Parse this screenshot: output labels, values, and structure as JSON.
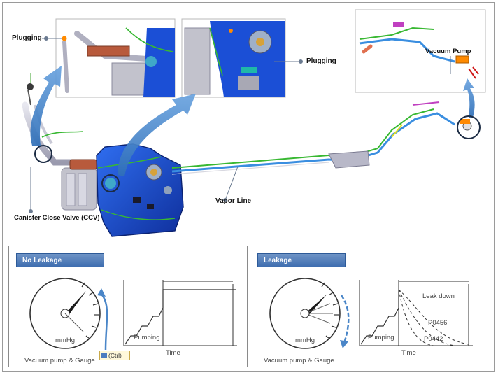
{
  "diagram": {
    "labels": {
      "plugging_left": "Plugging",
      "plugging_middle": "Plugging",
      "vacuum_pump": "Vacuum Pump",
      "vapor_line": "Vapor Line",
      "ccv": "Canister Close Valve (CCV)"
    },
    "colors": {
      "tank": "#1b4fd6",
      "line_blue": "#3a8ee0",
      "line_green": "#38b832",
      "pipe_grey": "#b8b8c8",
      "arrow": "#4a86c8",
      "circle": "#1c2c44"
    }
  },
  "panels": {
    "no_leakage": {
      "title": "No Leakage",
      "gauge_unit": "mmHg",
      "pumping": "Pumping",
      "time": "Time",
      "caption": "Vacuum pump & Gauge"
    },
    "leakage": {
      "title": "Leakage",
      "gauge_unit": "mmHg",
      "pumping": "Pumping",
      "time": "Time",
      "leak_down": "Leak down",
      "code_1": "P0456",
      "code_2": "P0442",
      "caption": "Vacuum pump & Gauge"
    }
  },
  "paste_tag": {
    "label": "(Ctrl)",
    "icon": "paste-options-icon"
  }
}
